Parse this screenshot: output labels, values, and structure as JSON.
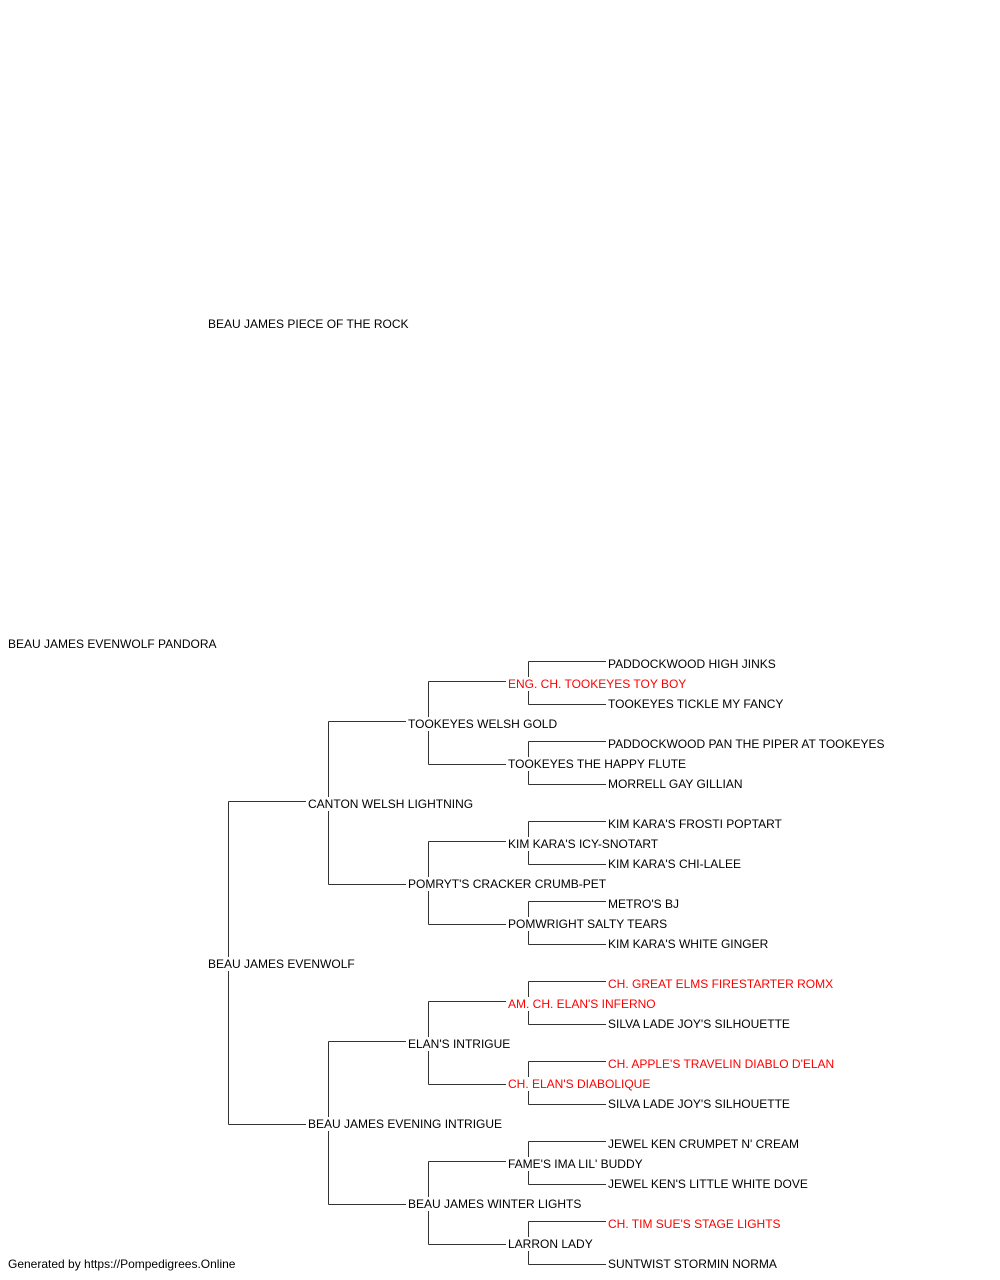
{
  "subject": "BEAU JAMES EVENWOLF PANDORA",
  "sire": {
    "name": "BEAU JAMES PIECE OF THE ROCK",
    "champion": false
  },
  "dam": {
    "name": "BEAU JAMES EVENWOLF",
    "champion": false
  },
  "dam_sire": {
    "name": "CANTON WELSH LIGHTNING",
    "champion": false
  },
  "dam_dam": {
    "name": "BEAU JAMES EVENING INTRIGUE",
    "champion": false
  },
  "dam_sire_sire": {
    "name": "TOOKEYES WELSH GOLD",
    "champion": false
  },
  "dam_sire_dam": {
    "name": "POMRYT'S CRACKER CRUMB-PET",
    "champion": false
  },
  "dam_dam_sire": {
    "name": "ELAN'S INTRIGUE",
    "champion": false
  },
  "dam_dam_dam": {
    "name": "BEAU JAMES WINTER LIGHTS",
    "champion": false
  },
  "g4": [
    {
      "name": "ENG. CH. TOOKEYES TOY BOY",
      "champion": true
    },
    {
      "name": "TOOKEYES THE HAPPY FLUTE",
      "champion": false
    },
    {
      "name": "KIM KARA'S ICY-SNOTART",
      "champion": false
    },
    {
      "name": "POMWRIGHT SALTY TEARS",
      "champion": false
    },
    {
      "name": "AM. CH. ELAN'S INFERNO",
      "champion": true
    },
    {
      "name": "CH. ELAN'S DIABOLIQUE",
      "champion": true
    },
    {
      "name": "FAME'S IMA LIL' BUDDY",
      "champion": false
    },
    {
      "name": "LARRON LADY",
      "champion": false
    }
  ],
  "g5": [
    {
      "name": "PADDOCKWOOD HIGH JINKS",
      "champion": false
    },
    {
      "name": "TOOKEYES TICKLE MY FANCY",
      "champion": false
    },
    {
      "name": "PADDOCKWOOD PAN THE PIPER AT TOOKEYES",
      "champion": false
    },
    {
      "name": "MORRELL GAY GILLIAN",
      "champion": false
    },
    {
      "name": "KIM KARA'S FROSTI POPTART",
      "champion": false
    },
    {
      "name": "KIM KARA'S CHI-LALEE",
      "champion": false
    },
    {
      "name": "METRO'S BJ",
      "champion": false
    },
    {
      "name": "KIM KARA'S WHITE GINGER",
      "champion": false
    },
    {
      "name": "CH. GREAT ELMS FIRESTARTER ROMX",
      "champion": true
    },
    {
      "name": "SILVA LADE JOY'S SILHOUETTE",
      "champion": false
    },
    {
      "name": "CH. APPLE'S TRAVELIN DIABLO D'ELAN",
      "champion": true
    },
    {
      "name": "SILVA LADE JOY'S SILHOUETTE",
      "champion": false
    },
    {
      "name": "JEWEL KEN CRUMPET N' CREAM",
      "champion": false
    },
    {
      "name": "JEWEL KEN'S LITTLE WHITE DOVE",
      "champion": false
    },
    {
      "name": "CH. TIM SUE'S STAGE LIGHTS",
      "champion": true
    },
    {
      "name": "SUNTWIST STORMIN NORMA",
      "champion": false
    }
  ],
  "colors": {
    "champion": "#ff0000",
    "normal": "#000000",
    "line": "#333333"
  },
  "footer": "Generated by https://Pompedigrees.Online"
}
